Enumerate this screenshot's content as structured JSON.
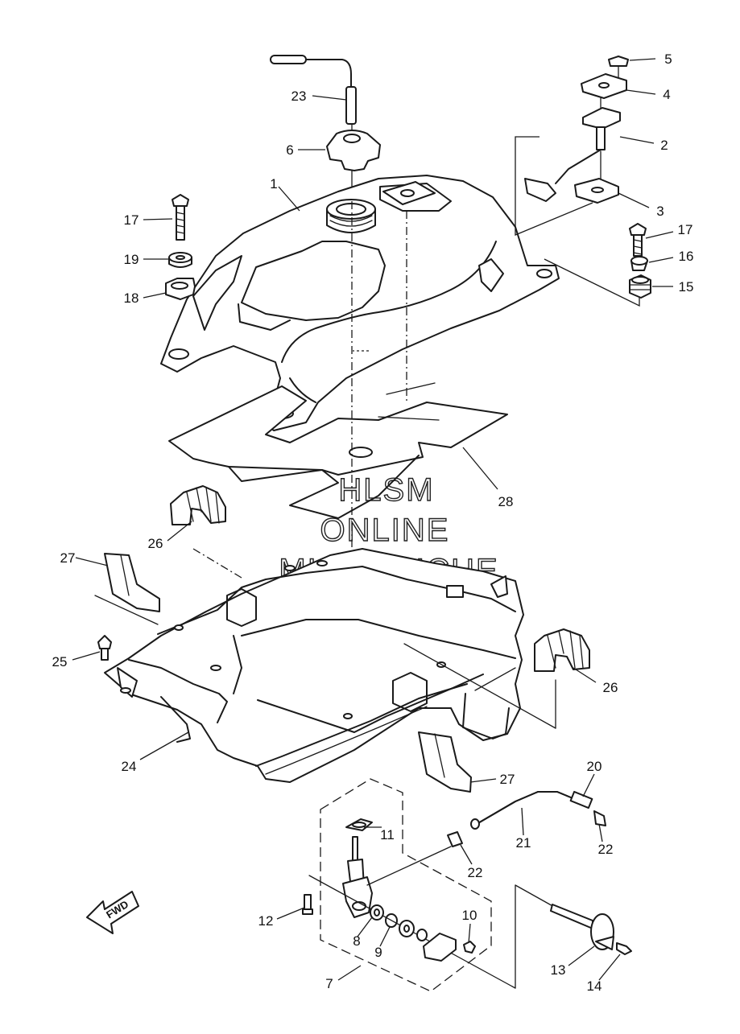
{
  "watermark": {
    "line1": "HLSM",
    "line2": "ONLINE",
    "line3": "MICROFICHE"
  },
  "direction_label": "FWD",
  "callouts": {
    "c1": "1",
    "c2": "2",
    "c3": "3",
    "c4": "4",
    "c5": "5",
    "c6": "6",
    "c7": "7",
    "c8": "8",
    "c9": "9",
    "c10": "10",
    "c11": "11",
    "c12": "12",
    "c13": "13",
    "c14": "14",
    "c15": "15",
    "c16": "16",
    "c17a": "17",
    "c17b": "17",
    "c18": "18",
    "c19": "19",
    "c20": "20",
    "c21": "21",
    "c22a": "22",
    "c22b": "22",
    "c23": "23",
    "c24": "24",
    "c25": "25",
    "c26a": "26",
    "c26b": "26",
    "c27a": "27",
    "c27b": "27",
    "c28": "28"
  }
}
